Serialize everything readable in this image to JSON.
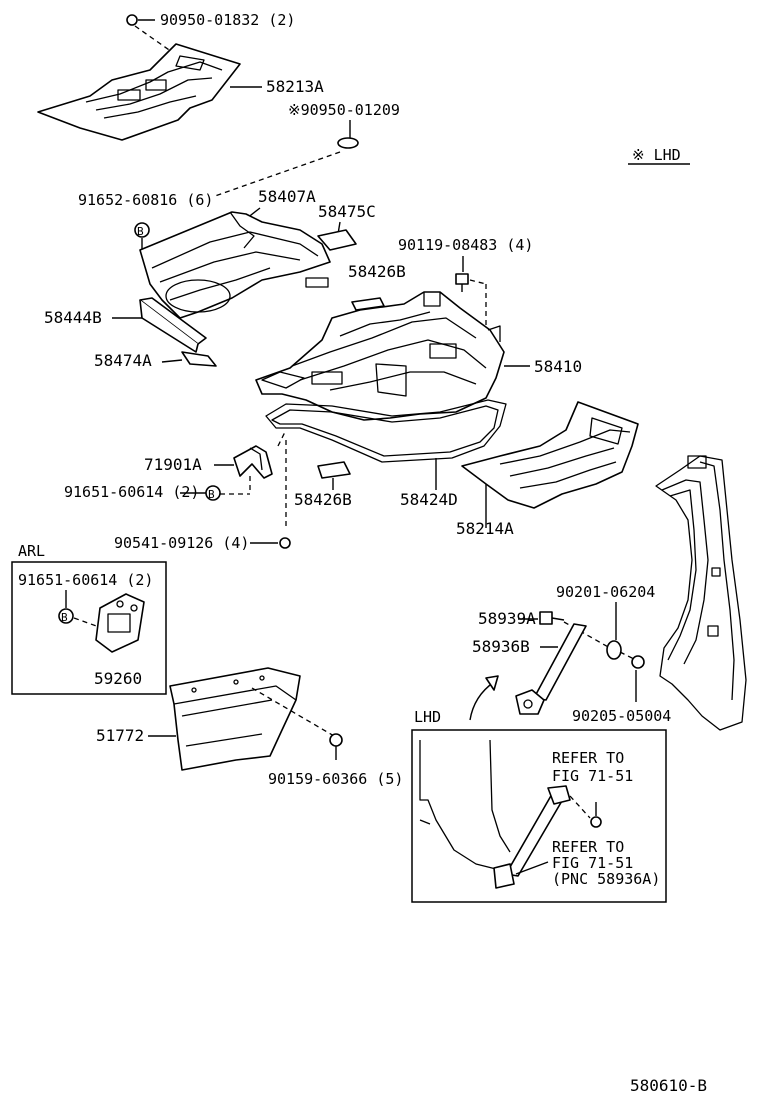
{
  "labels": {
    "p_90950_01832": "90950-01832 (2)",
    "p_58213A": "58213A",
    "p_90950_01209": "※90950-01209",
    "lhd_note": "※ LHD",
    "p_91652_60816": "91652-60816 (6)",
    "p_58407A": "58407A",
    "p_58475C": "58475C",
    "p_90119_08483": "90119-08483 (4)",
    "p_58426B_top": "58426B",
    "p_58444B": "58444B",
    "p_58410": "58410",
    "p_58474A": "58474A",
    "p_71901A": "71901A",
    "p_91651_60614_main": "91651-60614 (2)",
    "p_58426B_bottom": "58426B",
    "p_58424D": "58424D",
    "p_58214A": "58214A",
    "p_90541_09126": "90541-09126 (4)",
    "arl_title": "ARL",
    "p_91651_60614_arl": "91651-60614 (2)",
    "p_59260": "59260",
    "p_90201_06204": "90201-06204",
    "p_58939A": "58939A",
    "p_58936B": "58936B",
    "p_51772": "51772",
    "p_90205_05004": "90205-05004",
    "lhd_title": "LHD",
    "p_90159_60366": "90159-60366 (5)",
    "refer1_line1": "REFER TO",
    "refer1_line2": "FIG 71-51",
    "refer2_line1": "REFER TO",
    "refer2_line2": "FIG 71-51",
    "refer2_line3": "(PNC 58936A)",
    "figure_code": "580610-B"
  },
  "callout_letter": "B"
}
